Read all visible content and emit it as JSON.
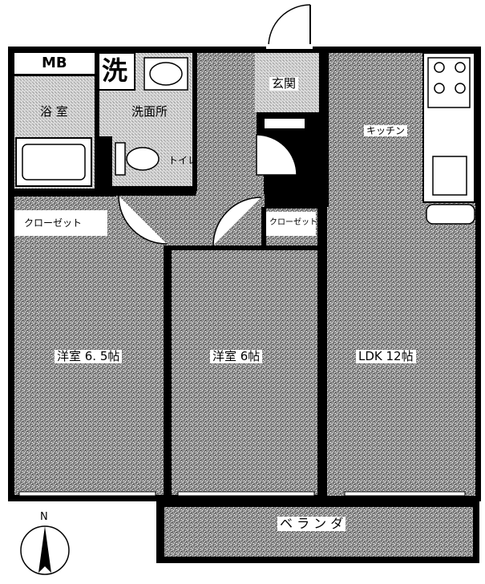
{
  "plan": {
    "rooms": {
      "mb": "MB",
      "washer": "洗",
      "genkan": "玄関",
      "bath": "浴 室",
      "washroom": "洗面所",
      "kitchen": "キッチン",
      "toilet": "トイレ",
      "closet_left": "クローゼット",
      "closet_mid": "クローゼット",
      "bedroom_left": "洋室 6. 5帖",
      "bedroom_mid": "洋室 6帖",
      "ldk": "LDK 12帖",
      "veranda": "ベ ラ ン ダ"
    },
    "compass": {
      "north": "N"
    }
  }
}
